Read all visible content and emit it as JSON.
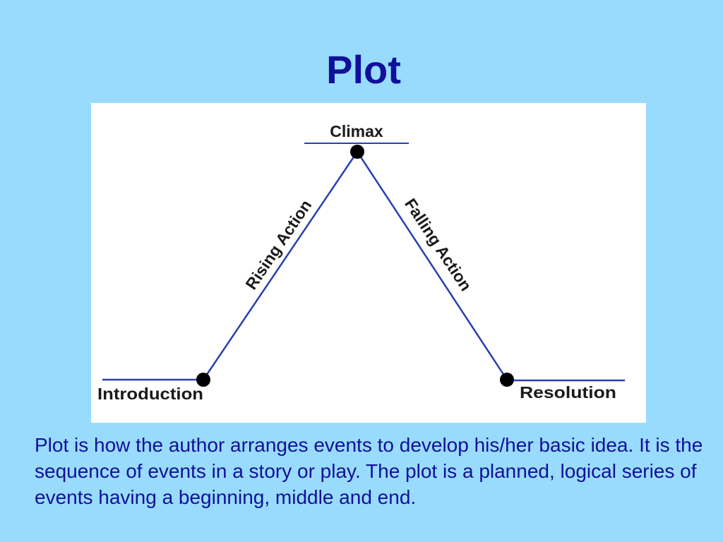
{
  "title": "Plot",
  "diagram": {
    "labels": {
      "climax": "Climax",
      "rising_action": "Rising Action",
      "falling_action": "Falling Action",
      "introduction": "Introduction",
      "resolution": "Resolution"
    },
    "colors": {
      "line": "#2b3fb0",
      "dot": "#000000",
      "label": "#1a1a1a"
    }
  },
  "description": "Plot is how the author arranges events to develop his/her basic idea. It is the sequence of events in a story or play. The plot is a planned, logical series of events having a beginning, middle and end.",
  "colors": {
    "background": "#99dbfd",
    "title_text": "#10109a",
    "body_text": "#10109a",
    "panel": "#ffffff"
  }
}
